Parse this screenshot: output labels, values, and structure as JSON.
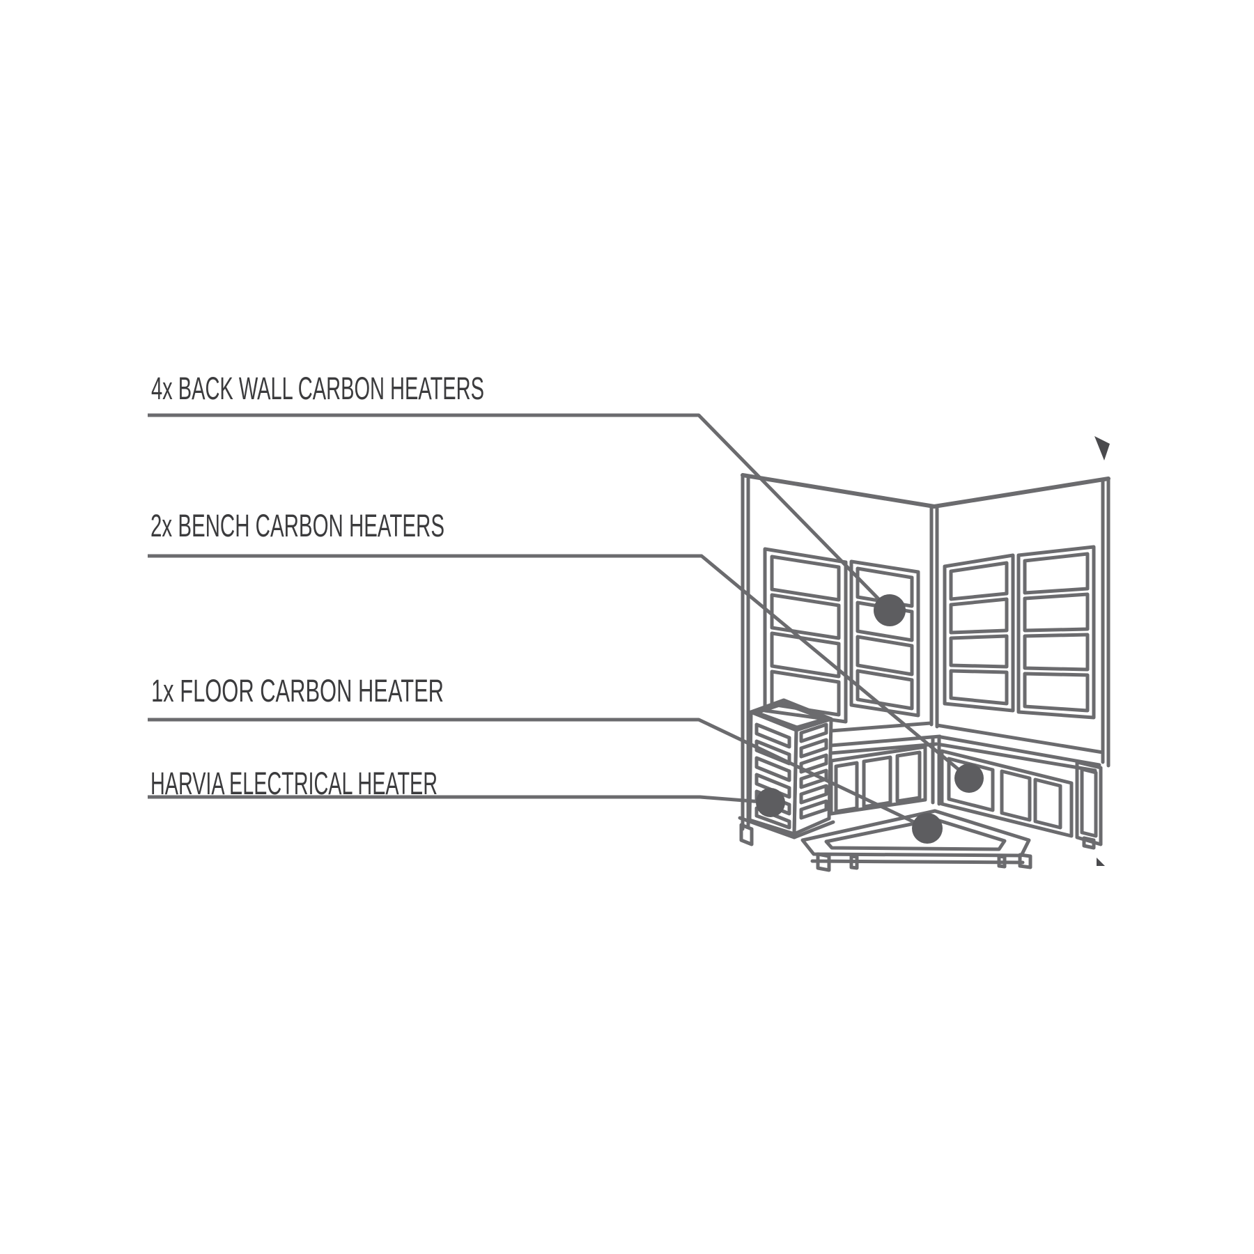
{
  "diagram": {
    "title_context": "infrared sauna heater layout diagram",
    "labels": [
      {
        "id": "back-wall",
        "text": "4x BACK WALL CARBON HEATERS",
        "marker": "wall-dot"
      },
      {
        "id": "bench",
        "text": "2x BENCH CARBON HEATERS",
        "marker": "bench-dot"
      },
      {
        "id": "floor",
        "text": "1x FLOOR CARBON HEATER",
        "marker": "floor-dot"
      },
      {
        "id": "harvia",
        "text": "HARVIA ELECTRICAL HEATER",
        "marker": "heater-tower-dot"
      }
    ],
    "colors": {
      "background": "#ffffff",
      "label_text": "#3b3b3d",
      "line": "#6b6b6e",
      "marker_dot": "#5d5d60",
      "flag_mark": "#4a4a4d"
    }
  }
}
